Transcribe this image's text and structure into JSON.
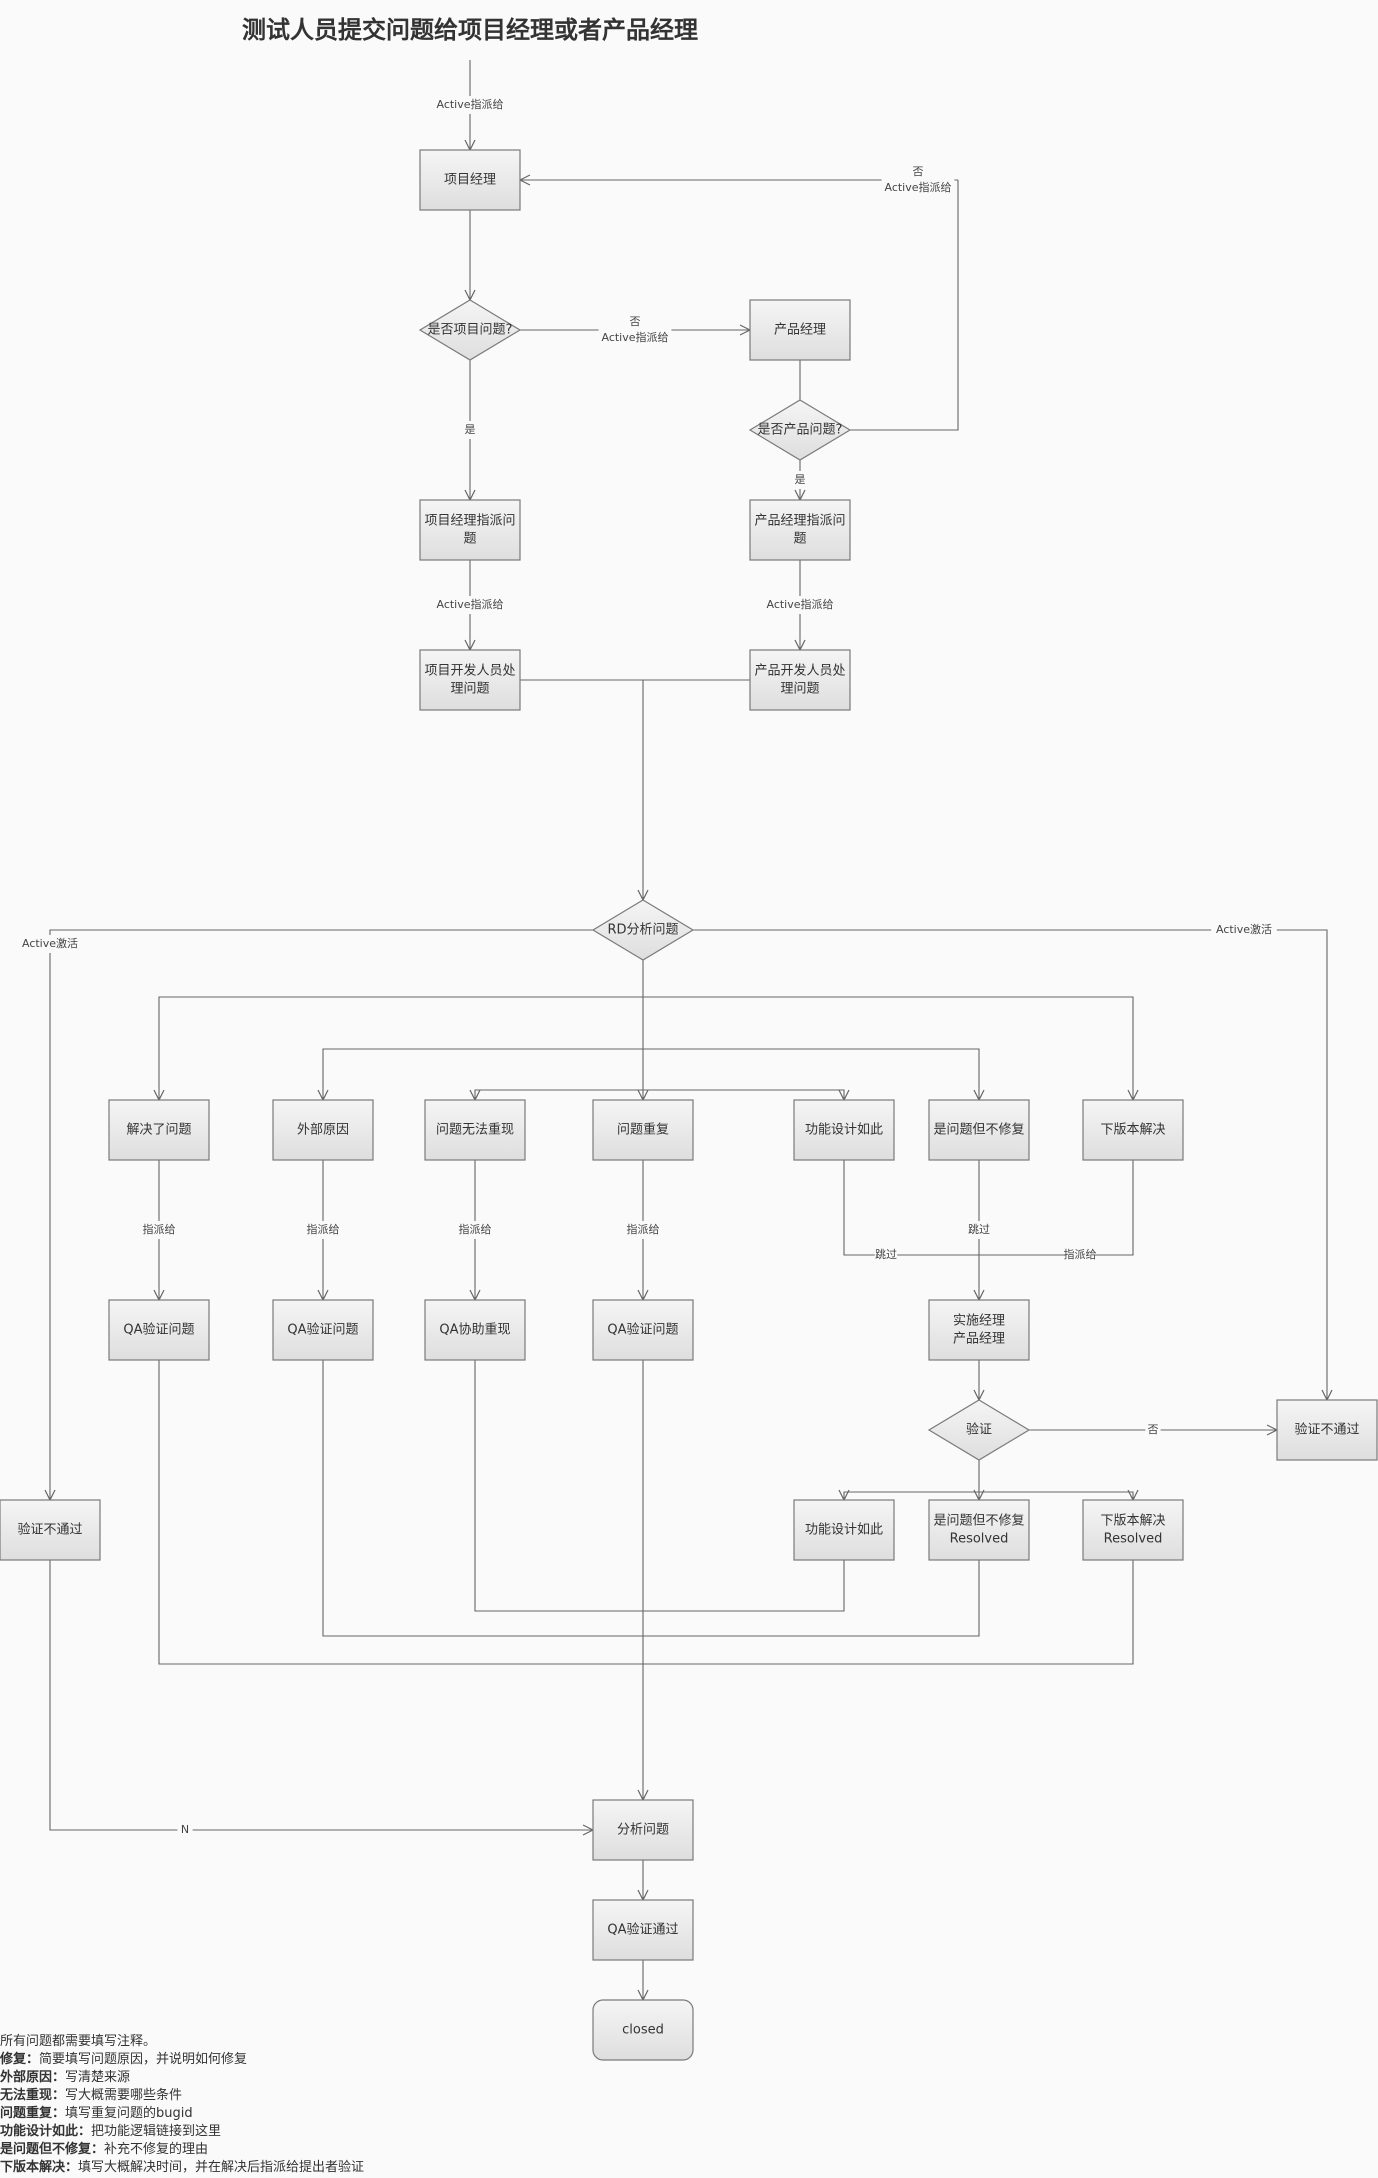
{
  "title": "测试人员提交问题给项目经理或者产品经理",
  "nodes": {
    "pm": {
      "lines": [
        "项目经理"
      ]
    },
    "is_proj": {
      "lines": [
        "是否项目问题?"
      ]
    },
    "prodm": {
      "lines": [
        "产品经理"
      ]
    },
    "is_prod": {
      "lines": [
        "是否产品问题?"
      ]
    },
    "pm_assign": {
      "lines": [
        "项目经理指派问",
        "题"
      ]
    },
    "prodm_assign": {
      "lines": [
        "产品经理指派问",
        "题"
      ]
    },
    "proj_dev": {
      "lines": [
        "项目开发人员处",
        "理问题"
      ]
    },
    "prod_dev": {
      "lines": [
        "产品开发人员处",
        "理问题"
      ]
    },
    "rd": {
      "lines": [
        "RD分析问题"
      ]
    },
    "resolved": {
      "lines": [
        "解决了问题"
      ]
    },
    "external": {
      "lines": [
        "外部原因"
      ]
    },
    "no_repro": {
      "lines": [
        "问题无法重现"
      ]
    },
    "dup": {
      "lines": [
        "问题重复"
      ]
    },
    "by_design": {
      "lines": [
        "功能设计如此"
      ]
    },
    "wont_fix": {
      "lines": [
        "是问题但不修复"
      ]
    },
    "next_ver": {
      "lines": [
        "下版本解决"
      ]
    },
    "qa1": {
      "lines": [
        "QA验证问题"
      ]
    },
    "qa2": {
      "lines": [
        "QA验证问题"
      ]
    },
    "qa_repro": {
      "lines": [
        "QA协助重现"
      ]
    },
    "qa3": {
      "lines": [
        "QA验证问题"
      ]
    },
    "impl_pm": {
      "lines": [
        "实施经理",
        "产品经理"
      ]
    },
    "verify": {
      "lines": [
        "验证"
      ]
    },
    "fail_right": {
      "lines": [
        "验证不通过"
      ]
    },
    "fail_left": {
      "lines": [
        "验证不通过"
      ]
    },
    "by_design2": {
      "lines": [
        "功能设计如此"
      ]
    },
    "wont_fix2": {
      "lines": [
        "是问题但不修复",
        "Resolved"
      ]
    },
    "next_ver2": {
      "lines": [
        "下版本解决",
        "Resolved"
      ]
    },
    "analyze": {
      "lines": [
        "分析问题"
      ]
    },
    "qa_pass": {
      "lines": [
        "QA验证通过"
      ]
    },
    "closed": {
      "lines": [
        "closed"
      ]
    }
  },
  "edge_labels": {
    "start_to_pm": [
      "Active指派给"
    ],
    "prod_no_back": [
      "否",
      "Active指派给"
    ],
    "proj_no": [
      "否",
      "Active指派给"
    ],
    "proj_yes": [
      "是"
    ],
    "prod_yes": [
      "是"
    ],
    "pm_assign_to_dev": [
      "Active指派给"
    ],
    "prodm_assign_to_dev": [
      "Active指派给"
    ],
    "rd_left_active": [
      "Active激活"
    ],
    "rd_right_active": [
      "Active激活"
    ],
    "resolved_assign": [
      "指派给"
    ],
    "external_assign": [
      "指派给"
    ],
    "norepro_assign": [
      "指派给"
    ],
    "dup_assign": [
      "指派给"
    ],
    "by_design_skip": [
      "跳过"
    ],
    "wontfix_skip": [
      "跳过"
    ],
    "nextver_assign": [
      "指派给"
    ],
    "verify_no": [
      "否"
    ],
    "fail_left_n": [
      "N"
    ]
  },
  "notes": [
    {
      "term": "",
      "text": "所有问题都需要填写注释。"
    },
    {
      "term": "修复",
      "text": "简要填写问题原因，并说明如何修复"
    },
    {
      "term": "外部原因",
      "text": "写清楚来源"
    },
    {
      "term": "无法重现",
      "text": "写大概需要哪些条件"
    },
    {
      "term": "问题重复",
      "text": "填写重复问题的bugid"
    },
    {
      "term": "功能设计如此",
      "text": "把功能逻辑链接到这里"
    },
    {
      "term": "是问题但不修复",
      "text": "补充不修复的理由"
    },
    {
      "term": "下版本解决",
      "text": "填写大概解决时间，并在解决后指派给提出者验证"
    }
  ]
}
